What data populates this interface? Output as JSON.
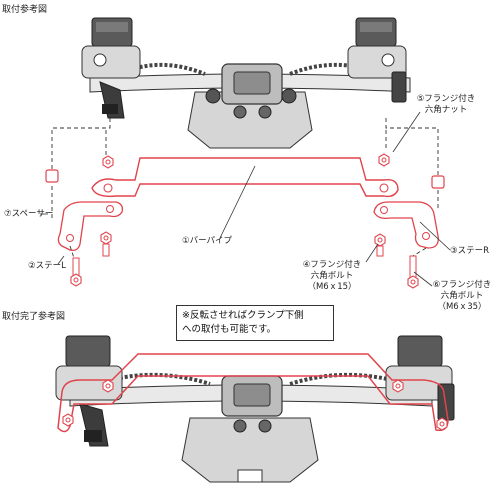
{
  "section_titles": {
    "top": "取付参考図",
    "bottom": "取付完了参考図"
  },
  "callouts": {
    "flange_nut": [
      "⑤フランジ付き",
      "六角ナット"
    ],
    "spacer": "⑦スペーサー",
    "stay_l": "②ステーL",
    "bar_pipe": "①バーパイプ",
    "stay_r": "③ステーR",
    "bolt_15": [
      "④フランジ付き",
      "六角ボルト",
      "（M6ｘ15）"
    ],
    "bolt_35": [
      "⑥フランジ付き",
      "六角ボルト",
      "（M6ｘ35）"
    ]
  },
  "note": [
    "※反転させればクランプ下側",
    "への取付も可能です。"
  ],
  "colors": {
    "part_red": "#e0444c",
    "line_dark": "#333333",
    "gray_fill": "#b8b8b8",
    "dark_fill": "#5a5a5a"
  }
}
